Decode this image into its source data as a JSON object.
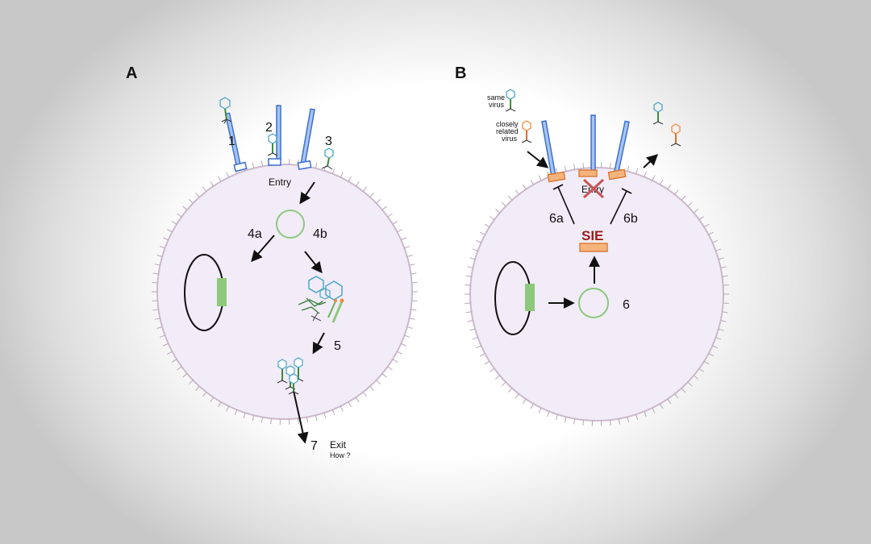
{
  "panels": [
    {
      "letter": "A"
    },
    {
      "letter": "B"
    }
  ],
  "panelA": {
    "steps": {
      "s1": "1",
      "s2": "2",
      "s3": "3",
      "s4a": "4a",
      "s4b": "4b",
      "s5": "5",
      "s7": "7"
    },
    "entry_label": "Entry",
    "exit_label": "Exit",
    "how_label": "How ?"
  },
  "panelB": {
    "same_virus_label": [
      "same",
      "virus"
    ],
    "related_virus_label": [
      "closely",
      "related",
      "virus"
    ],
    "entry_label": "Entry",
    "steps": {
      "s6a": "6a",
      "s6b": "6b",
      "s6": "6"
    },
    "sie_label": "SIE"
  },
  "colors": {
    "cell_fill": "#f1ecf8",
    "cell_border": "#cdb9cc",
    "receptor_blue": "#3b6fd4",
    "receptor_fill": "#a9c4ec",
    "orange_receptor": "#f5b47c",
    "green_dna": "#8cc97a",
    "capsid_teal": "#4aa6c9",
    "phage_orange": "#f08a3c",
    "block_red": "#c95555",
    "sie_red": "#9b1c1c"
  },
  "icons": [
    "phage-icon",
    "capsid-icon",
    "arrow-icon",
    "inhibit-icon",
    "cross-icon",
    "plasmid-icon"
  ]
}
